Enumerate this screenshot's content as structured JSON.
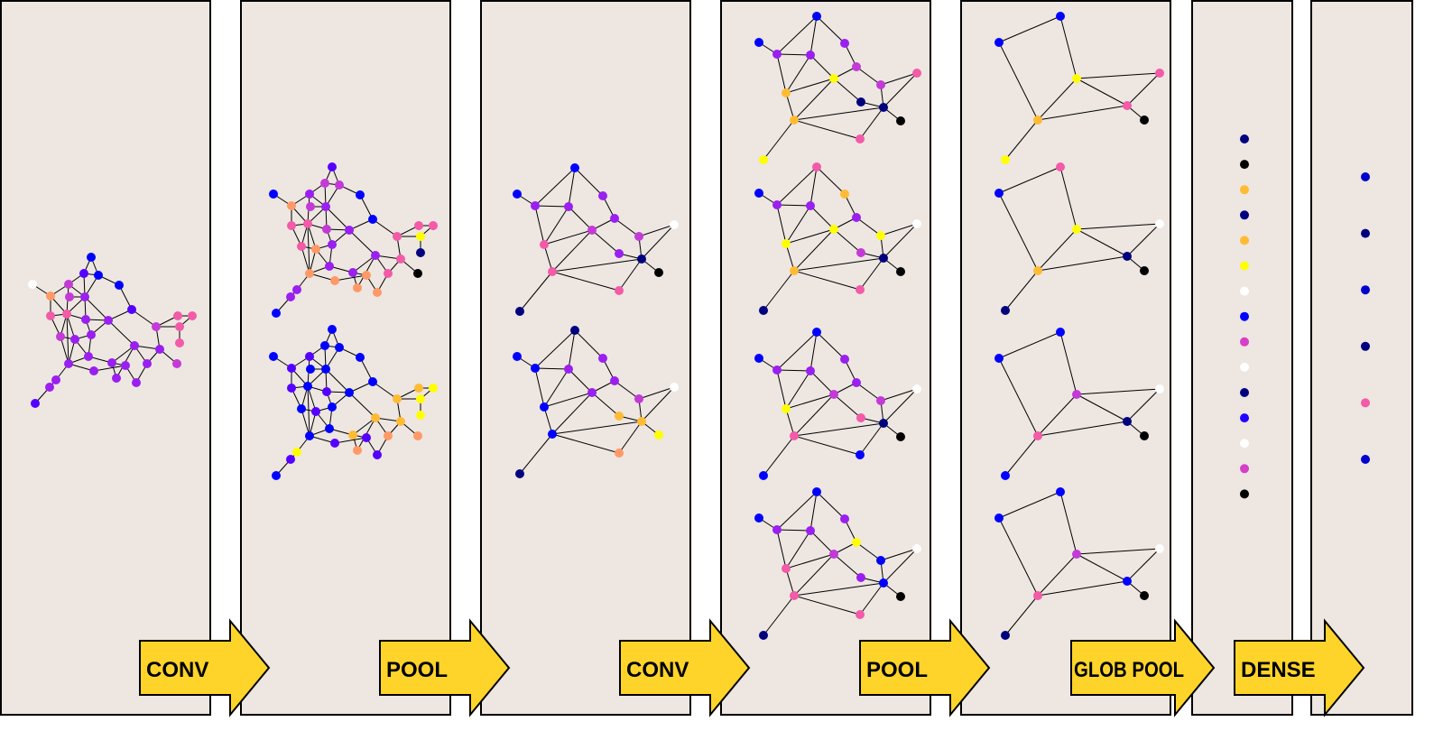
{
  "stages": [
    {
      "label": "CONV"
    },
    {
      "label": "POOL"
    },
    {
      "label": "CONV"
    },
    {
      "label": "POOL"
    },
    {
      "label": "GLOB POOL"
    },
    {
      "label": "DENSE"
    }
  ],
  "colors": {
    "panel_fill": "#ede6e1",
    "arrow_fill": "#ffd42a",
    "edge": "#000000"
  },
  "global_pool_features": [
    "#00007f",
    "#000000",
    "#ffbb33",
    "#00007f",
    "#ffbb33",
    "#ffff00",
    "#ffffff",
    "#0000ff",
    "#d63fc8",
    "#ffffff",
    "#00007f",
    "#2200ff",
    "#ffffff",
    "#d63fc8",
    "#000000"
  ],
  "dense_outputs": [
    "#0000cc",
    "#00007f",
    "#0000cc",
    "#00007f",
    "#f35aa8",
    "#0000cc"
  ]
}
